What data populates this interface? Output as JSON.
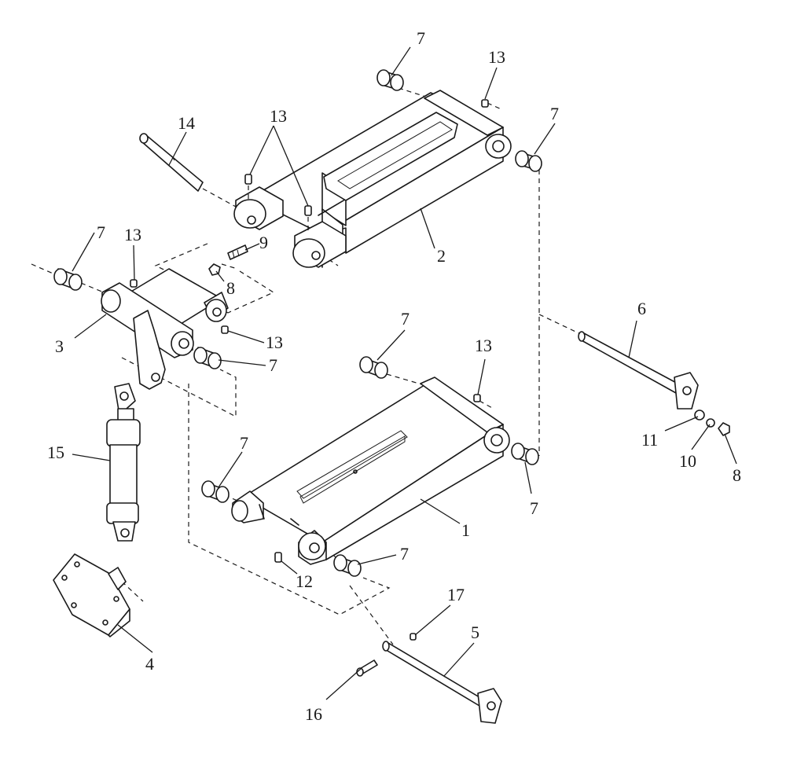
{
  "callouts": {
    "c7_top_left_bushing": "7",
    "c13_top_right": "13",
    "c7_top_right_bushing": "7",
    "c14_pin": "14",
    "c13_upper_arm_pair": "13",
    "c2_upper_arm": "2",
    "c9_bolt": "9",
    "c8_nut_upper": "8",
    "c7_bracket_left_bushing": "7",
    "c13_bracket": "13",
    "c3_bracket": "3",
    "c13_bracket_lower": "13",
    "c7_bracket_right_bushing": "7",
    "c6_pin": "6",
    "c7_lower_arm_top": "7",
    "c13_lower_arm": "13",
    "c15_cylinder": "15",
    "c11_washer": "11",
    "c10_lockwasher": "10",
    "c8_nut_lower": "8",
    "c7_lower_arm_left": "7",
    "c7_lower_arm_right": "7",
    "c1_lower_arm": "1",
    "c7_lower_arm_bottom": "7",
    "c12_grease_fitting": "12",
    "c4_plate": "4",
    "c17_fitting": "17",
    "c5_pin": "5",
    "c16_bolt": "16"
  }
}
